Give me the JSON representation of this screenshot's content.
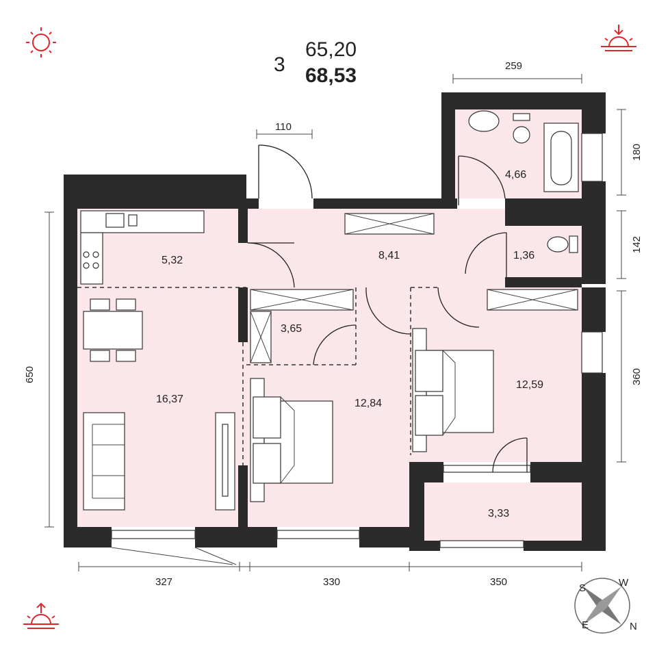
{
  "header": {
    "rooms": "3",
    "area_living": "65,20",
    "area_total": "68,53"
  },
  "rooms": [
    {
      "id": "kitchen",
      "area": "5,32"
    },
    {
      "id": "hall",
      "area": "8,41"
    },
    {
      "id": "bathroom",
      "area": "4,66"
    },
    {
      "id": "wc",
      "area": "1,36"
    },
    {
      "id": "storage",
      "area": "3,65"
    },
    {
      "id": "living",
      "area": "16,37"
    },
    {
      "id": "bedroom1",
      "area": "12,84"
    },
    {
      "id": "bedroom2",
      "area": "12,59"
    },
    {
      "id": "balcony",
      "area": "3,33"
    }
  ],
  "dimensions": {
    "bath_width": "259",
    "door": "110",
    "bath_height": "180",
    "wc_height": "142",
    "bedroom_height": "360",
    "left_height": "650",
    "bottom_left": "327",
    "bottom_mid": "330",
    "bottom_right": "350"
  },
  "compass": {
    "labels": [
      "S",
      "W",
      "N",
      "E"
    ]
  },
  "colors": {
    "room_fill": "#fbe6e9",
    "wall": "#2b2b2b",
    "sun_icon": "#e0262b"
  }
}
